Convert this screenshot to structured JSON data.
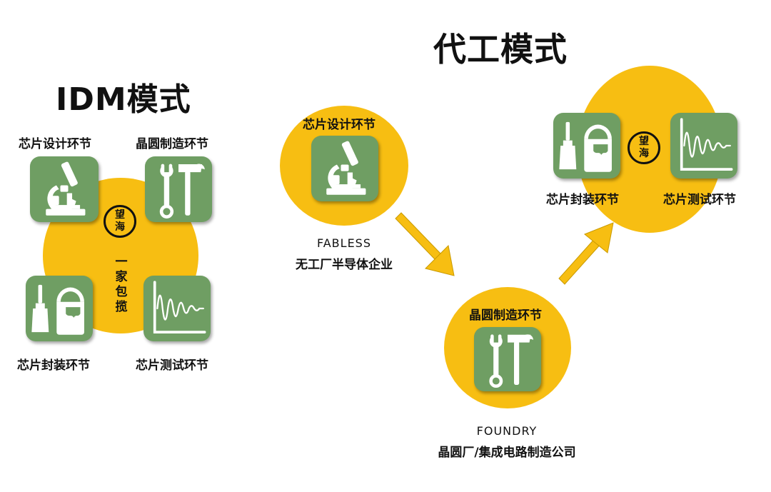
{
  "idm": {
    "title": "IDM模式",
    "labels": {
      "design": "芯片设计环节",
      "manufacturing": "晶圆制造环节",
      "packaging": "芯片封装环节",
      "testing": "芯片测试环节"
    },
    "center_text": "一家包揽",
    "badge": "望海"
  },
  "foundry_mode": {
    "title": "代工模式",
    "fabless": {
      "circle_label": "芯片设计环节",
      "name": "FABLESS",
      "desc": "无工厂半导体企业"
    },
    "foundry": {
      "circle_label": "晶圆制造环节",
      "name": "FOUNDRY",
      "desc": "晶圆厂/集成电路制造公司"
    },
    "osat": {
      "label_packaging": "芯片封装环节",
      "label_testing": "芯片测试环节",
      "badge": "望海"
    }
  },
  "colors": {
    "yellow": "#F7BE12",
    "green": "#6F9E63",
    "icon": "#FFFFFF"
  },
  "icons": [
    "microscope-icon",
    "wrench-hammer-icon",
    "brush-paint-can-icon",
    "damped-wave-chart-icon"
  ]
}
